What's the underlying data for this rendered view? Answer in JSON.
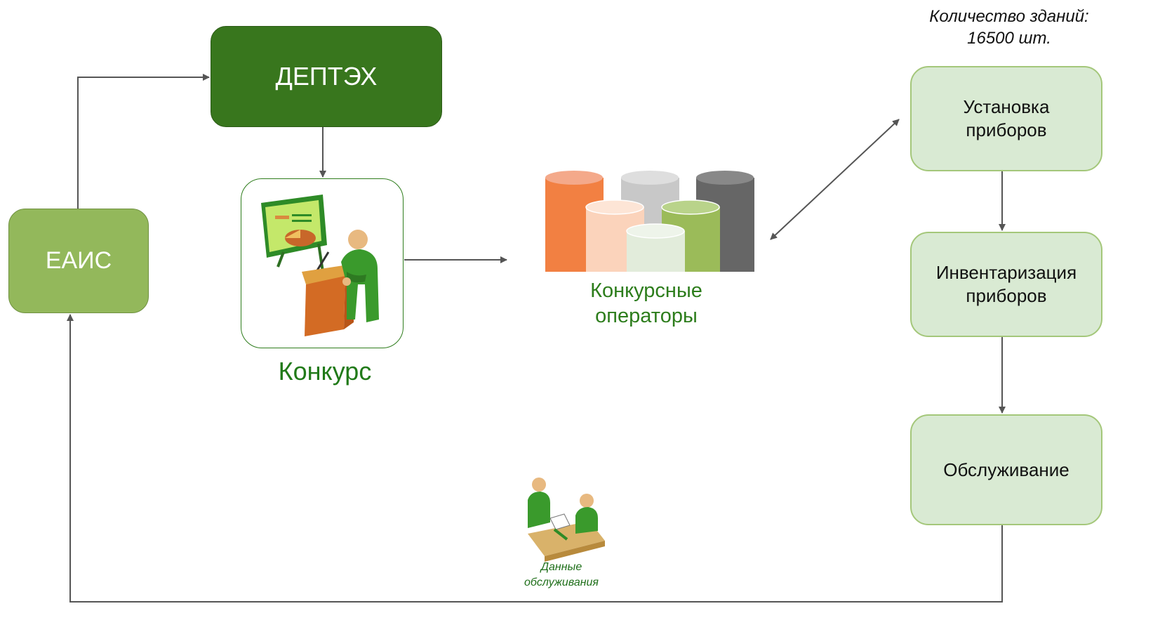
{
  "nodes": {
    "deptex": "ДЕПТЭХ",
    "eais": "ЕАИС",
    "contest": "Конкурс",
    "operators": "Конкурсные\nоператоры",
    "install": "Установка\nприборов",
    "inventory": "Инвентаризация\nприборов",
    "service": "Обслуживание"
  },
  "annotations": {
    "buildings_count": "Количество зданий:\n16500 шт.",
    "service_data": "Данные\nобслуживания"
  },
  "colors": {
    "dark_green": "#38761d",
    "mid_green": "#93b85b",
    "light_green": "#d9ead3",
    "label_green": "#217a19",
    "arrow": "#555555"
  },
  "icons": {
    "contest": "presenter-at-podium-icon",
    "operators": "database-cylinders-icon",
    "service_data": "people-exchanging-document-icon"
  }
}
